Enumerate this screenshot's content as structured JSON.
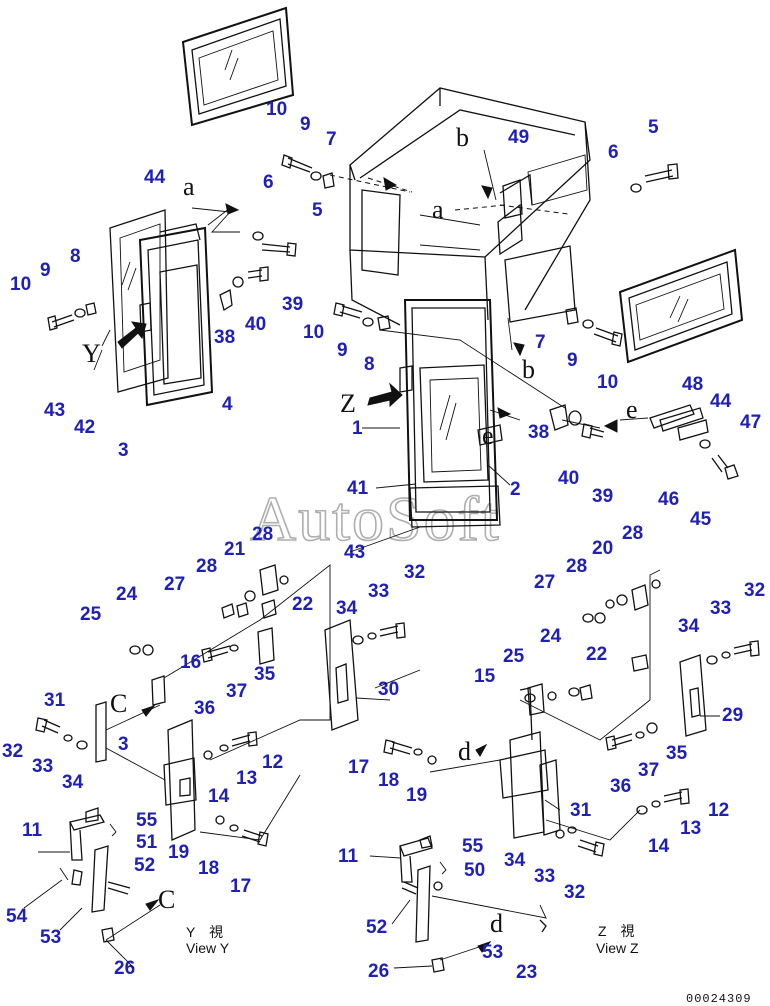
{
  "watermark": "AutoSoft",
  "part_numbers": [
    "1",
    "2",
    "3",
    "4",
    "5",
    "6",
    "7",
    "8",
    "9",
    "10",
    "11",
    "12",
    "13",
    "14",
    "15",
    "16",
    "17",
    "18",
    "19",
    "20",
    "21",
    "22",
    "23",
    "24",
    "25",
    "26",
    "27",
    "28",
    "29",
    "30",
    "31",
    "32",
    "33",
    "34",
    "35",
    "36",
    "37",
    "38",
    "39",
    "40",
    "41",
    "42",
    "43",
    "44",
    "45",
    "46",
    "47",
    "48",
    "49",
    "50",
    "51",
    "52",
    "53",
    "54",
    "55"
  ],
  "view_letters": {
    "a": "a",
    "b": "b",
    "c": "C",
    "d": "d",
    "e": "e",
    "y": "Y",
    "z": "Z"
  },
  "captions": {
    "view_y_jp": "Y　視",
    "view_y_en": "View Y",
    "view_z_jp": "Z　視",
    "view_z_en": "View Z"
  },
  "drawing_code": "00024309",
  "colors": {
    "callout": "#1f20b8",
    "line": "#111111",
    "watermark": "#9a9a9a",
    "background": "#ffffff"
  }
}
